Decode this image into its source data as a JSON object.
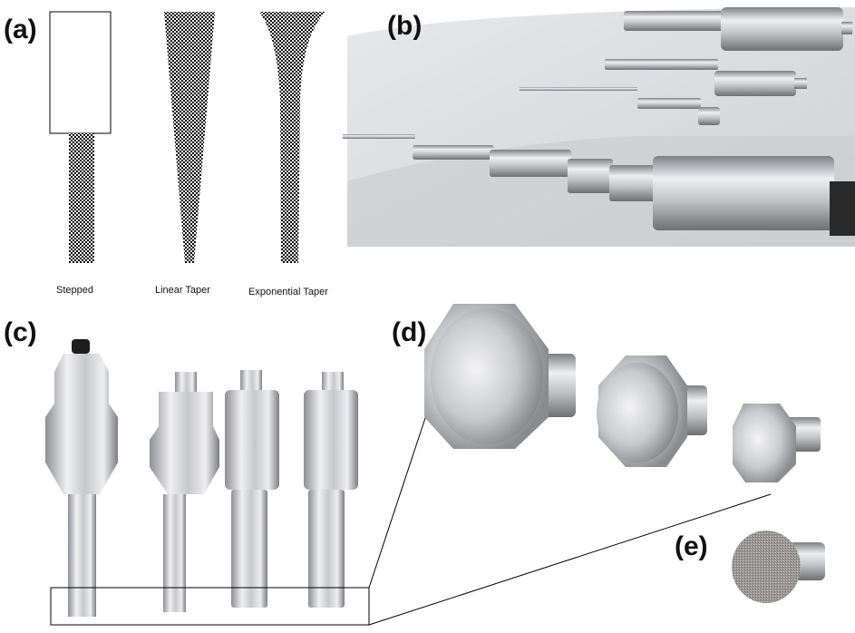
{
  "panels": {
    "a": {
      "label": "(a)",
      "captions": [
        "Stepped",
        "Linear Taper",
        "Exponential Taper"
      ]
    },
    "b": {
      "label": "(b)"
    },
    "c": {
      "label": "(c)"
    },
    "d": {
      "label": "(d)"
    },
    "e": {
      "label": "(e)"
    }
  },
  "colors": {
    "metal_light": "#e4e4e6",
    "metal_dark": "#8b8c90",
    "background_b": "#d7d9dc",
    "outline": "#000000"
  }
}
